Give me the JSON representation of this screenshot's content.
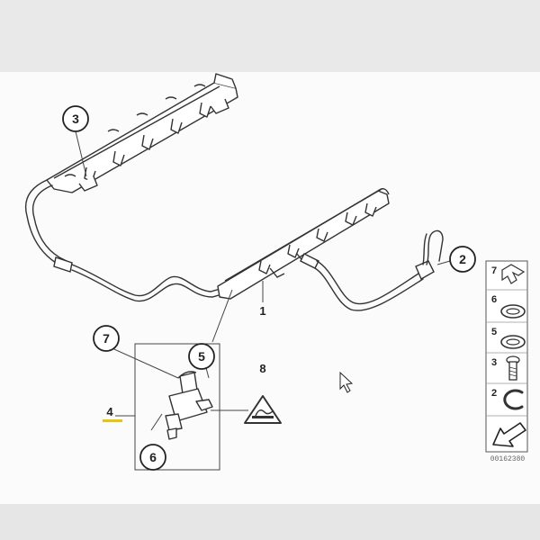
{
  "diagram": {
    "callouts": {
      "c3": "3",
      "c2": "2",
      "c7": "7",
      "c5": "5",
      "c6": "6"
    },
    "labels": {
      "l1": "1",
      "l4": "4",
      "l8": "8"
    },
    "legend": {
      "items": [
        {
          "num": "7",
          "icon": "clip-icon"
        },
        {
          "num": "6",
          "icon": "o-ring-icon"
        },
        {
          "num": "5",
          "icon": "o-ring-icon"
        },
        {
          "num": "3",
          "icon": "bolt-icon"
        },
        {
          "num": "2",
          "icon": "snap-ring-icon"
        }
      ],
      "arrow_icon": "arrow-down-left-icon"
    },
    "doc_id": "00162380",
    "colors": {
      "highlight": "#e8c410",
      "line": "#333333"
    }
  }
}
